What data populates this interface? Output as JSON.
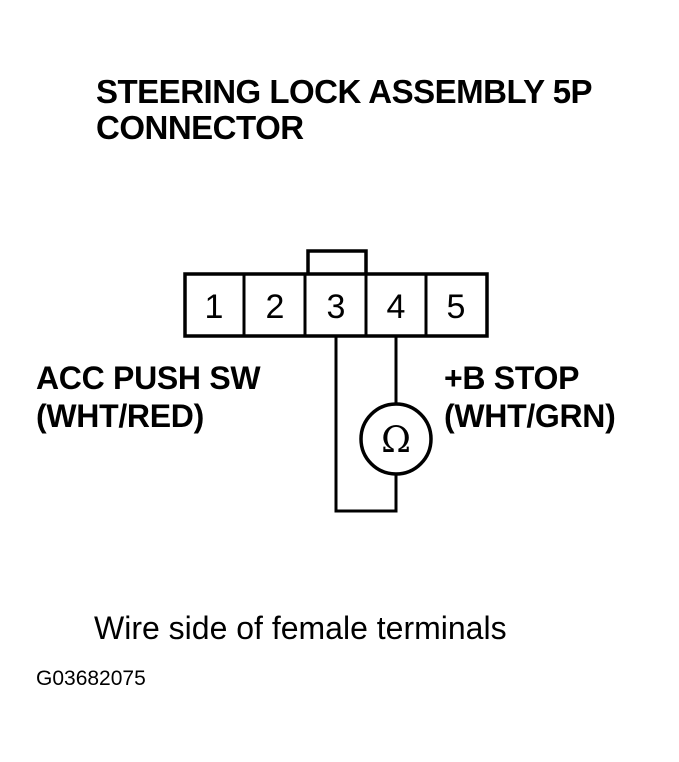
{
  "title": {
    "line1": "STEERING LOCK ASSEMBLY 5P",
    "line2": "CONNECTOR"
  },
  "connector": {
    "pins": [
      "1",
      "2",
      "3",
      "4",
      "5"
    ]
  },
  "left_terminal": {
    "name": "ACC PUSH SW",
    "wire_color": "(WHT/RED)"
  },
  "right_terminal": {
    "name": "+B STOP",
    "wire_color": "(WHT/GRN)"
  },
  "meter": {
    "symbol": "Ω",
    "icon": "ohmmeter-icon"
  },
  "caption": "Wire side of female terminals",
  "figure_code": "G03682075"
}
